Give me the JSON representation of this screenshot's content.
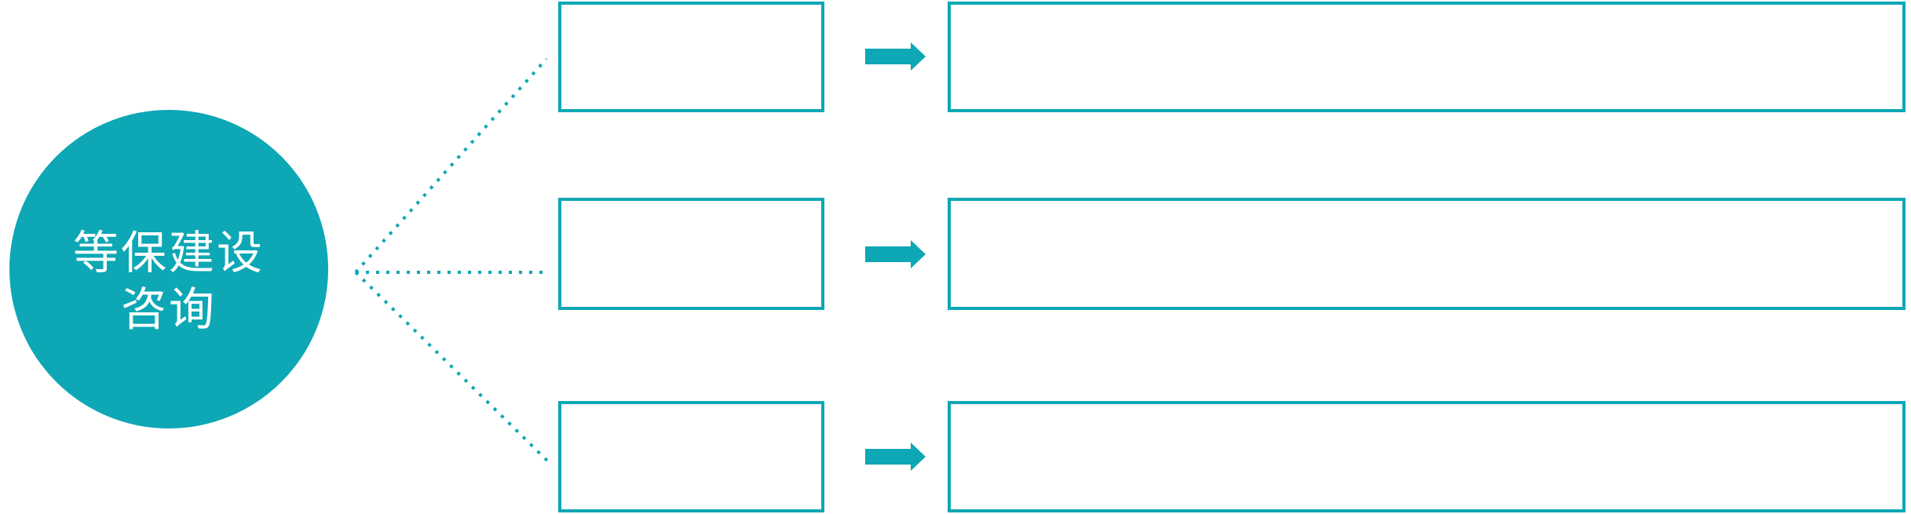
{
  "diagram": {
    "type": "radial-flow",
    "topic_circle": {
      "full_text": "等保建设咨询",
      "line1": "等保建设",
      "line2": "咨询"
    },
    "rows": [
      {
        "category_text": "",
        "detail_text": ""
      },
      {
        "category_text": "",
        "detail_text": ""
      },
      {
        "category_text": "",
        "detail_text": ""
      }
    ],
    "icons": {
      "arrow": "arrow-right-icon",
      "connector": "dotted-connector-line"
    },
    "colors": {
      "accent": "#0da7b5",
      "text_on_accent": "#ffffff",
      "background": "#ffffff"
    }
  }
}
